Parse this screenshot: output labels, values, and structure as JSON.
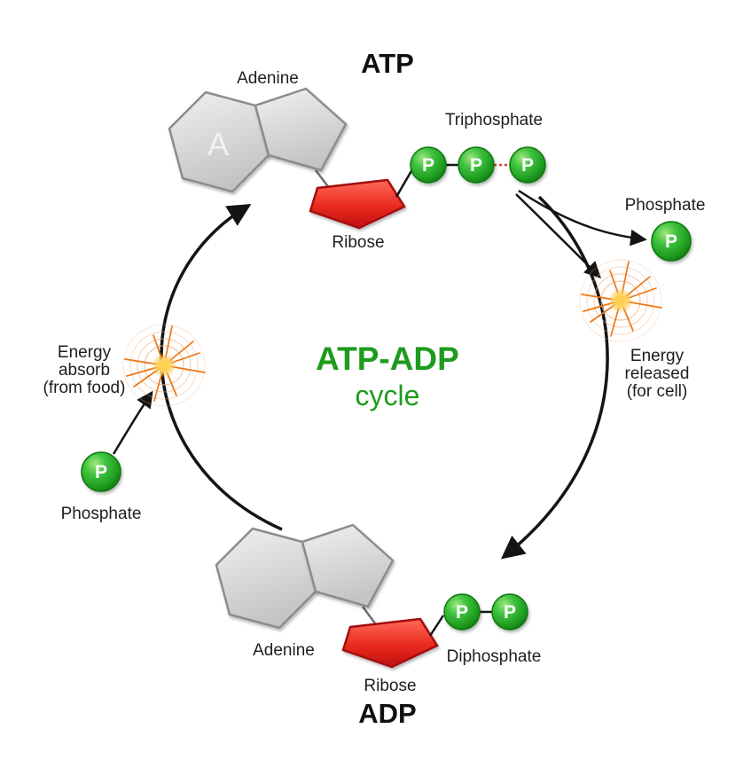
{
  "diagram_title": "ATP-ADP cycle",
  "labels": {
    "atp": "ATP",
    "adp": "ADP",
    "center_line1": "ATP-ADP",
    "center_line2": "cycle",
    "adenine": "Adenine",
    "ribose": "Ribose",
    "triphosphate": "Triphosphate",
    "diphosphate": "Diphosphate",
    "phosphate": "Phosphate",
    "p_symbol": "P",
    "a_symbol": "A",
    "energy_released": {
      "l1": "Energy",
      "l2": "released",
      "l3": "(for cell)"
    },
    "energy_absorb": {
      "l1": "Energy",
      "l2": "absorb",
      "l3": "(from food)"
    }
  },
  "colors": {
    "phosphate_green": "#2db52d",
    "phosphate_green_dark": "#0c7a0c",
    "ribose_red": "#e82a1e",
    "ribose_red_dark": "#a50f0f",
    "ring_gray": "#d9d9d9",
    "ring_gray_stroke": "#8c8c8c",
    "center_green_text": "#1d9b1d",
    "burst_orange": "#ee7716",
    "bond_red": "#e23a3a",
    "arrow_black": "#141414",
    "label_text": "#1e1e1e"
  }
}
